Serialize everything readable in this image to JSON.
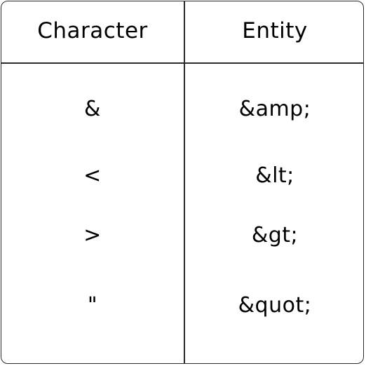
{
  "table": {
    "headers": [
      "Character",
      "Entity"
    ],
    "rows": [
      {
        "character": "&",
        "entity": "&amp;"
      },
      {
        "character": "<",
        "entity": "&lt;"
      },
      {
        "character": ">",
        "entity": "&gt;"
      },
      {
        "character": "\"",
        "entity": "&quot;"
      }
    ]
  }
}
